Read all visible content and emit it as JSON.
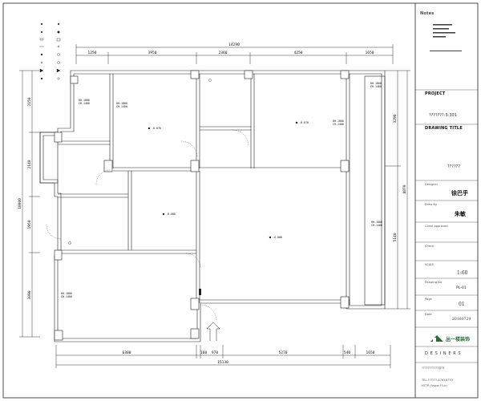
{
  "dimensions": {
    "top_total": "14290",
    "top_segments": [
      "1250",
      "3950",
      "2360",
      "4250",
      "1650"
    ],
    "bottom_segments": [
      "6300",
      "160",
      "970",
      "5270",
      "540",
      "1650"
    ],
    "bottom_total": "15130",
    "left_total": "10000",
    "left_segments": [
      "2150",
      "2140",
      "1950",
      "3090"
    ],
    "right_segments": [
      "3290",
      "5140"
    ],
    "right_total": "8870"
  },
  "plan_labels": {
    "level_marks": [
      "-0.070",
      "-0.070",
      "-0.080",
      "-0.080"
    ],
    "room_heights": [
      "0H-1800\nCH-1400",
      "0H-1800\nCH-1400",
      "0H-1800\nCH-1400",
      "0H-1800\nCH-1400",
      "0H-1800\nCH-1400",
      "0H-1800\nCH-1400"
    ]
  },
  "title_block": {
    "notes_heading": "Notes",
    "project_heading": "PROJECT",
    "project_value": "???????-3-301",
    "drawing_title_heading": "DRAWING TITLE",
    "drawing_title_value": "??????",
    "designer_heading": "Designer",
    "designer_value": "徐巴乎",
    "draw_by_heading": "Draw By",
    "draw_by_value": "朱敏",
    "client_heading": "Client approved",
    "check_heading": "Check",
    "scale_heading": "SCALE",
    "scale_value": "1:60",
    "drawing_no_heading": "Drawing No",
    "drawing_no_value": "PL-01",
    "page_heading": "Page",
    "page_value": "01",
    "date_heading": "Date",
    "date_value": "20160729",
    "company_name": "丛一楼装饰",
    "designers_banner": "D E S I N E R S",
    "address_line": "???????????@??",
    "phone_line": "TEL:??????-87618770",
    "web_line": "HTTP://www.??.cn"
  },
  "colors": {
    "line": "#222222",
    "wall_fill": "#ffffff",
    "column_fill": "#ffffff",
    "logo_green": "#2b6b3a"
  }
}
